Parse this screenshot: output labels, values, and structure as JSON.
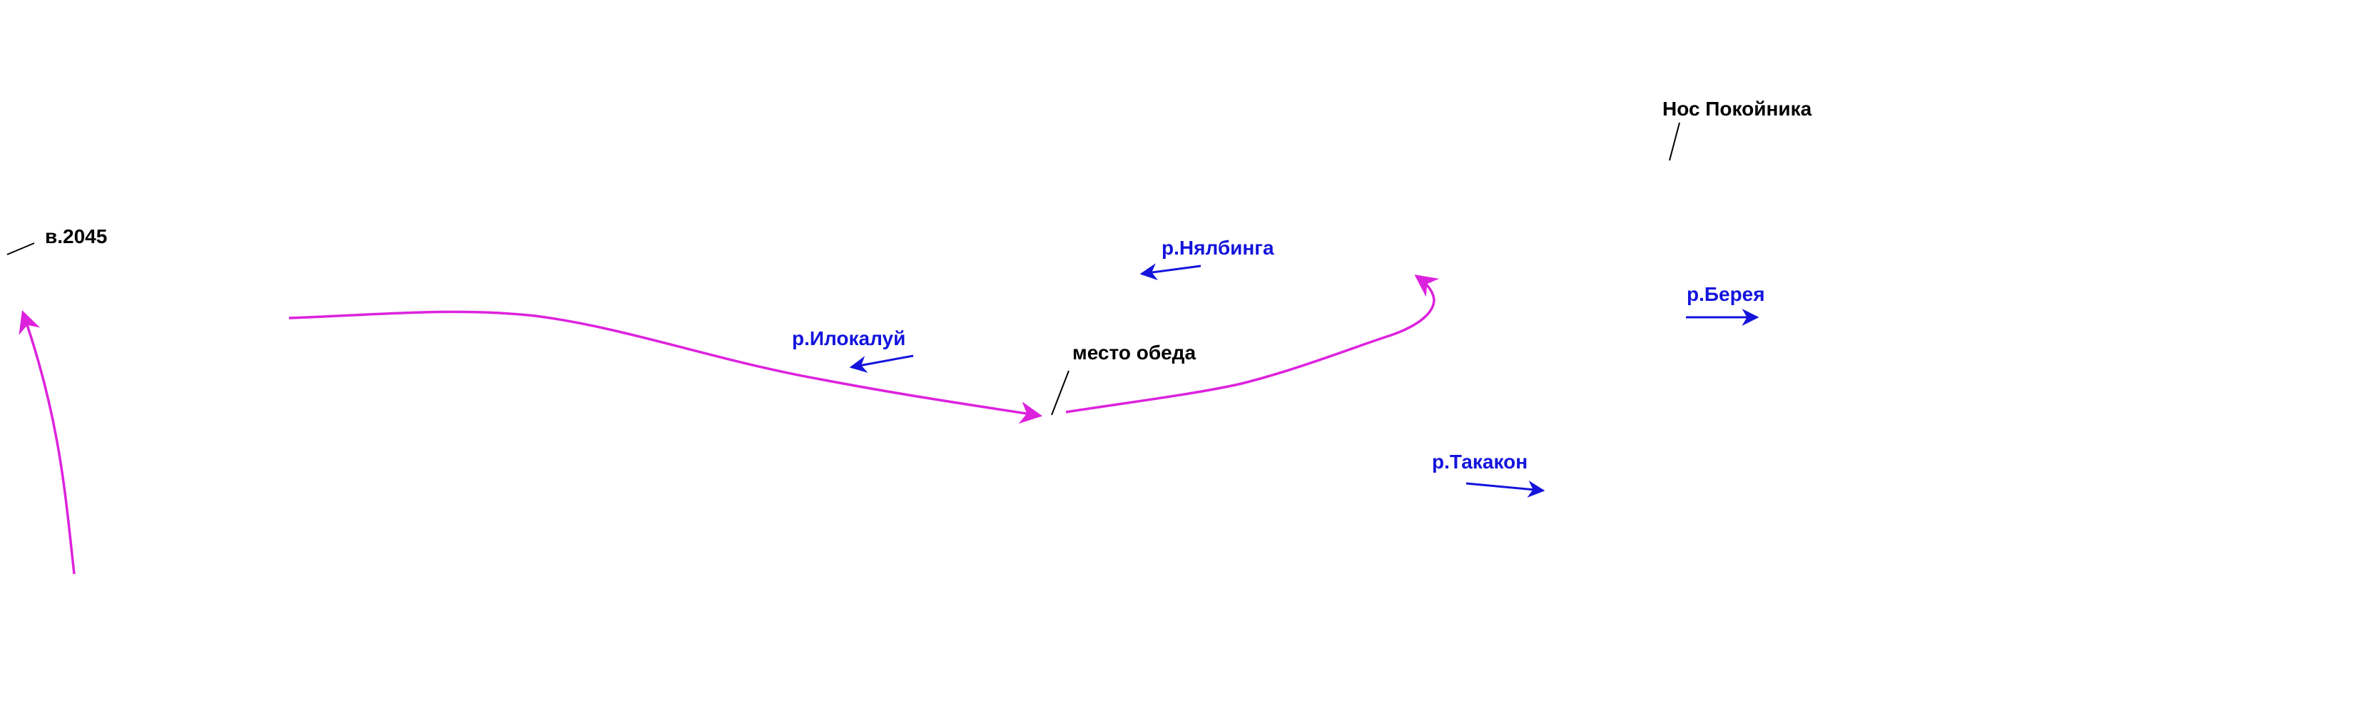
{
  "colors": {
    "background": "#ffffff",
    "route": "#dd22dd",
    "river": "#1414dd",
    "feature": "#000000"
  },
  "labels": {
    "peak": "в.2045",
    "cape": "Нос Покойника",
    "lunch_spot": "место обеда",
    "river_ilokaluy": "р.Илокалуй",
    "river_nyalbinga": "р.Нялбинга",
    "river_bereya": "р.Берея",
    "river_takakon": "р.Такакон"
  }
}
